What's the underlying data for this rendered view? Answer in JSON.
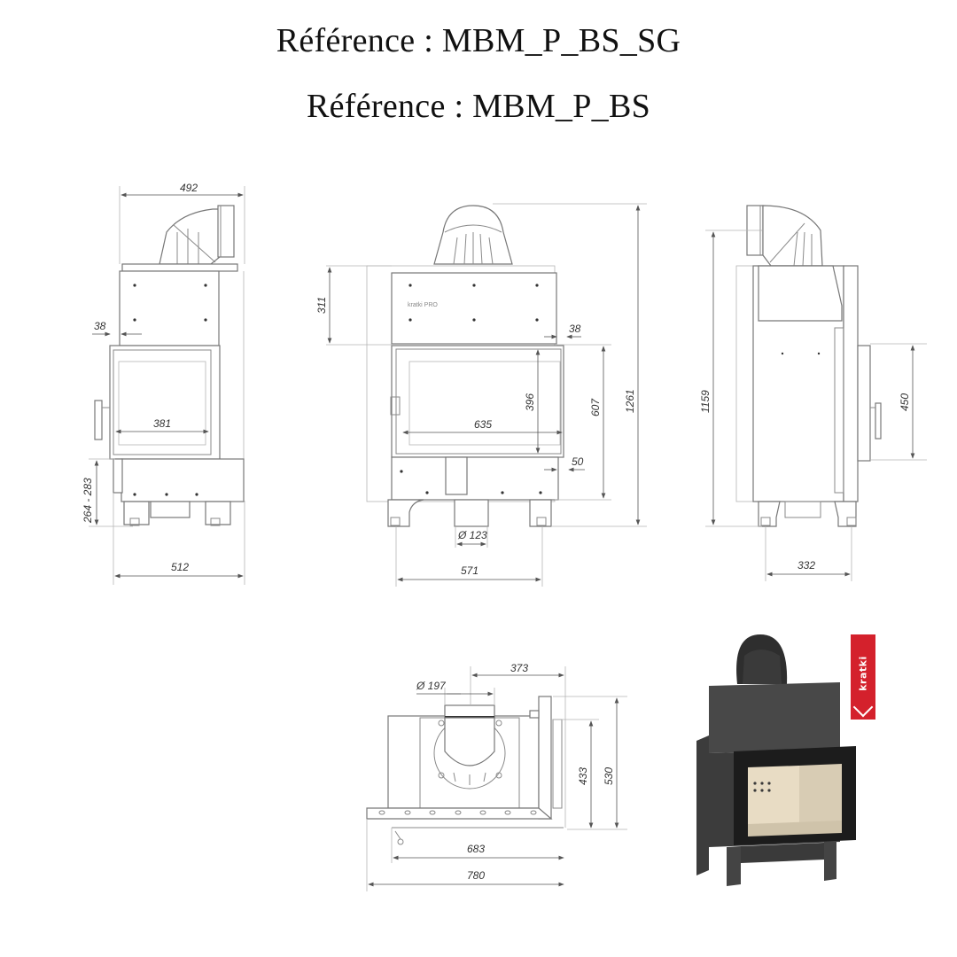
{
  "header": {
    "reference_1": "Référence : MBM_P_BS_SG",
    "reference_2": "Référence : MBM_P_BS"
  },
  "views": {
    "left_side": {
      "dim_top_width": "492",
      "dim_offset": "38",
      "dim_glass_width": "381",
      "dim_leg_height": "264 - 283",
      "dim_bottom_width": "512"
    },
    "front": {
      "brand_label": "kratki PRO",
      "dim_top_height": "311",
      "dim_offset": "38",
      "dim_glass_height": "396",
      "dim_glass_width": "635",
      "dim_door_height": "607",
      "dim_total_height": "1261",
      "dim_side": "50",
      "dim_flue_diameter": "Ø 123",
      "dim_leg_span": "571"
    },
    "right_side": {
      "dim_total_height": "1159",
      "dim_glass_height": "450",
      "dim_leg_span": "332"
    },
    "top": {
      "dim_flue_diameter": "Ø 197",
      "dim_flue_offset": "373",
      "dim_inner_depth": "433",
      "dim_total_depth": "530",
      "dim_inner_width": "683",
      "dim_total_width": "780"
    },
    "product_photo": {
      "brand_badge": "kratki",
      "badge_color": "#d4212c",
      "body_color": "#3c3c3c",
      "firebox_color": "#e8dcc4"
    }
  }
}
